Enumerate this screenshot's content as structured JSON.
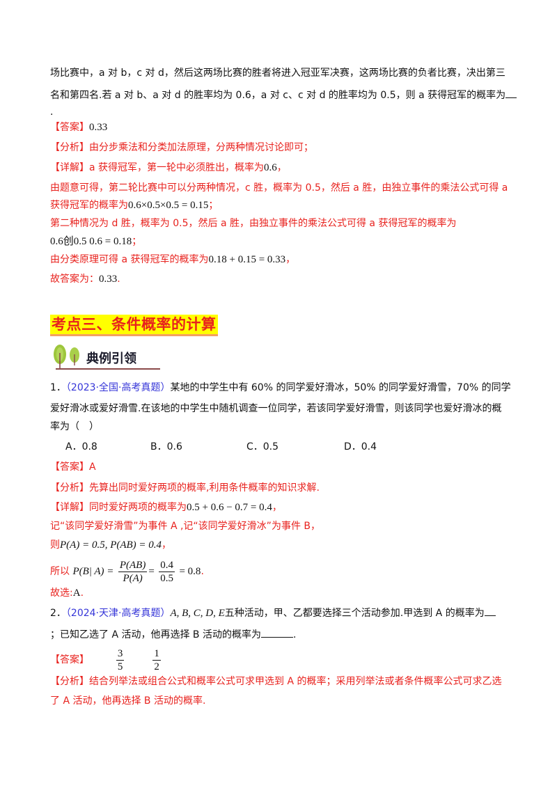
{
  "prev_problem": {
    "line1": "场比赛中，a 对 b，c 对 d，然后这两场比赛的胜者将进入冠亚军决赛，这两场比赛的负者比赛，决出第三",
    "line2_pre": "名和第四名.若 a 对 b、a 对 d 的胜率均为 0.6，a 对 c、c 对 d 的胜率均为 0.5，则 a 获得冠军的概率为",
    "line3": ".",
    "answer_label": "【答案】",
    "answer_value": "0.33",
    "analysis_label": "【分析】",
    "analysis_text": "由分步乘法和分类加法原理，分两种情况讨论即可；",
    "detail_label": "【详解】",
    "detail_line1": "a 获得冠军，第一轮中必须胜出，概率为",
    "detail_line1_math": "0.6",
    "detail_line2": "由题意可得，第二轮比赛中可以分两种情况，c 胜，概率为 0.5，然后 a 胜，由独立事件的乘法公式可得 a",
    "detail_line3_pre": "获得冠军的概率为",
    "detail_line3_math": "0.6×0.5×0.5 = 0.15",
    "detail_line3_post": "；",
    "detail_line4": "第二种情况为 d 胜，概率为 0.5，然后 a 胜，由独立事件的乘法公式可得 a 获得冠军的概率为",
    "detail_line5_math": "0.6创0.5   0.6 = 0.18",
    "detail_line5_post": "；",
    "detail_line6_pre": "由分类原理可得 a 获得冠军的概率为",
    "detail_line6_math": "0.18 + 0.15 = 0.33",
    "detail_line6_post": "，",
    "detail_line7_pre": "故答案为：",
    "detail_line7_math": "0.33",
    "detail_line7_post": "."
  },
  "section": {
    "title": "考点三、条件概率的计算",
    "example_heading": "典例引领"
  },
  "q1": {
    "number": "1．",
    "source": "（2023·全国·高考真题）",
    "line1": "某地的中学生中有 60% 的同学爱好滑冰，50% 的同学爱好滑雪，70% 的同学",
    "line2": "爱好滑冰或爱好滑雪.在该地的中学生中随机调查一位同学，若该同学爱好滑雪，则该同学也爱好滑冰的概",
    "line3": "率为（　）",
    "choices": [
      {
        "label": "A．0.8"
      },
      {
        "label": "B．0.6"
      },
      {
        "label": "C．0.5"
      },
      {
        "label": "D．0.4"
      }
    ],
    "answer_label": "【答案】",
    "answer_value": "A",
    "analysis_label": "【分析】",
    "analysis_text": "先算出同时爱好两项的概率,利用条件概率的知识求解.",
    "detail_label": "【详解】",
    "detail_line1_pre": "同时爱好两项的概率为",
    "detail_line1_math": "0.5 + 0.6 − 0.7 = 0.4",
    "detail_line1_post": "，",
    "detail_line2": "记“该同学爱好滑雪”为事件 A ,记“该同学爱好滑冰”为事件 B，",
    "detail_line3_pre": "则",
    "detail_line3_math": "P(A) = 0.5, P(AB) = 0.4",
    "detail_line3_post": "，",
    "detail_line4_pre": "所以",
    "detail_line4_lhs": "P(B| A) =",
    "frac1_num": "P(AB)",
    "frac1_den": "P(A)",
    "frac2_num": "0.4",
    "frac2_den": "0.5",
    "detail_line4_rhs": "= 0.8",
    "detail_line4_post": ".",
    "detail_line5_pre": "故选:",
    "detail_line5_math": "A",
    "detail_line5_post": "."
  },
  "q2": {
    "number": "2．",
    "source": "（2024·天津·高考真题）",
    "line1_math": "A, B, C, D, E",
    "line1_text": "五种活动，甲、乙都要选择三个活动参加.甲选到 A 的概率为",
    "line2_pre": "；已知乙选了 A 活动，他再选择 B 活动的概率为",
    "line2_post": ".",
    "answer_label": "【答案】",
    "answer_frac1_num": "3",
    "answer_frac1_den": "5",
    "answer_frac2_num": "1",
    "answer_frac2_den": "2",
    "analysis_label": "【分析】",
    "analysis_line1": "结合列举法或组合公式和概率公式可求甲选到 A 的概率；采用列举法或者条件概率公式可求乙选",
    "analysis_line2": "了 A 活动，他再选择 B 活动的概率."
  }
}
